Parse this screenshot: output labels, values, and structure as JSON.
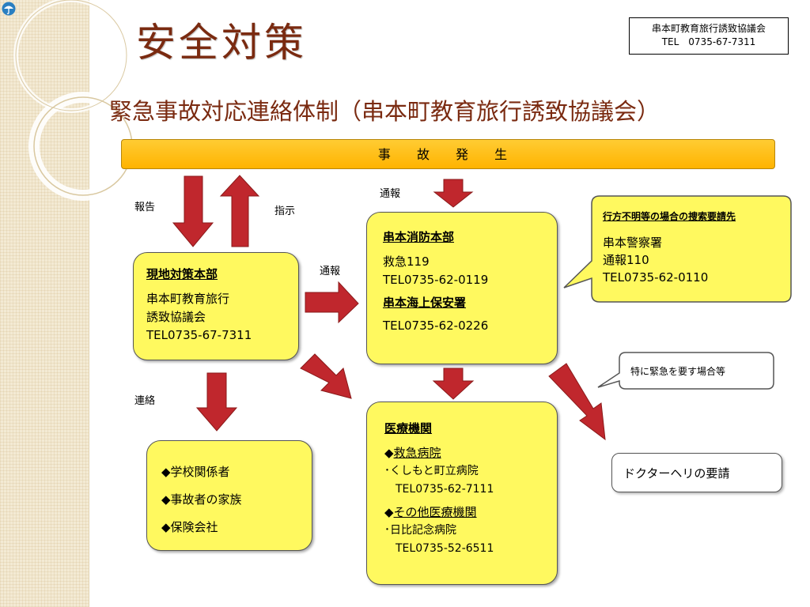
{
  "header": {
    "title": "安全対策",
    "contact_org": "串本町教育旅行誘致協議会",
    "contact_tel": "TEL　0735-67-7311",
    "subtitle": "緊急事故対応連絡体制（串本町教育旅行誘致協議会）"
  },
  "incident": {
    "label": "事 故 発 生"
  },
  "labels": {
    "report": "報告",
    "instruct": "指示",
    "notify_top": "通報",
    "notify_mid": "通報",
    "contact": "連絡"
  },
  "hq": {
    "title": "現地対策本部",
    "org_line1": "串本町教育旅行",
    "org_line2": "誘致協議会",
    "tel": "TEL0735-67-7311"
  },
  "fire": {
    "title": "串本消防本部",
    "emergency": "救急119",
    "tel": "TEL0735-62-0119",
    "coast_title": "串本海上保安署",
    "coast_tel": "TEL0735-62-0226"
  },
  "police_callout": {
    "heading": "行方不明等の場合の捜索要請先",
    "name": "串本警察署",
    "emergency": "通報110",
    "tel": "TEL0735-62-0110"
  },
  "urgent_callout": {
    "text": "特に緊急を要す場合等"
  },
  "medical": {
    "title": "医療機関",
    "emergency_heading": "救急病院",
    "hospital1": "･くしもと町立病院",
    "hospital1_tel": "TEL0735-62-7111",
    "other_heading": "その他医療機関",
    "hospital2": "･日比記念病院",
    "hospital2_tel": "TEL0735-52-6511"
  },
  "contacts": {
    "items": [
      "◆学校関係者",
      "◆事故者の家族",
      "◆保険会社"
    ]
  },
  "helicopter": {
    "text": "ドクターヘリの要請"
  },
  "colors": {
    "box_fill": "#fff95f",
    "arrow": "#c0272d",
    "incident_bar": "#ffc020",
    "title": "#7a2a10"
  }
}
